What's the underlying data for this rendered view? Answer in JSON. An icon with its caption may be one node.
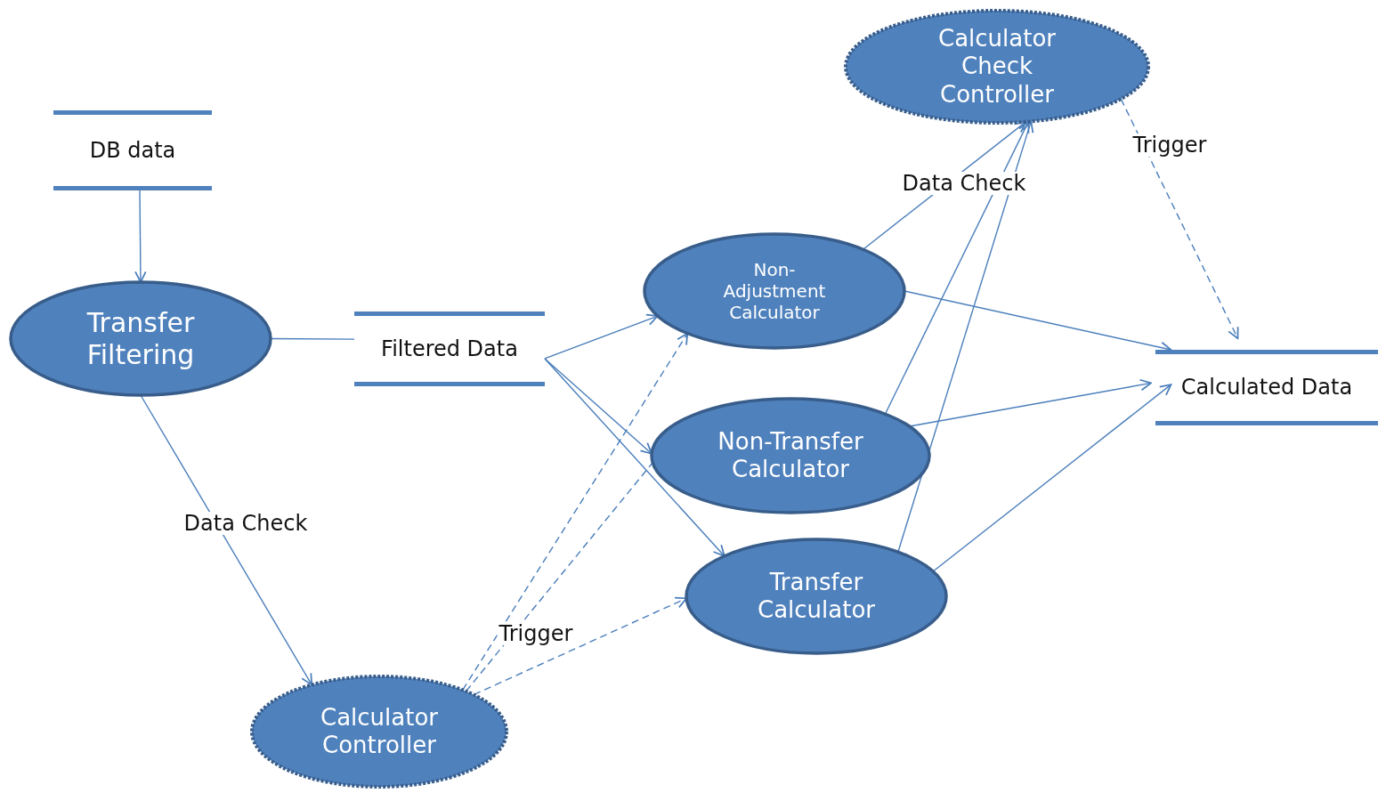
{
  "diagram": {
    "nodes": [
      {
        "text": [
          "DB data"
        ]
      },
      {
        "text": [
          "Transfer Filtering"
        ]
      },
      {
        "text": [
          "Filtered Data"
        ]
      },
      {
        "text": [
          "Calculator Check Controller"
        ]
      },
      {
        "text": [
          "Non-Adjustment Calculator"
        ]
      },
      {
        "text": [
          "Non-Transfer Calculator"
        ]
      },
      {
        "text": [
          "Transfer Calculator"
        ]
      },
      {
        "text": [
          "Calculated Data"
        ]
      },
      {
        "text": [
          "Calculator Controller"
        ]
      }
    ],
    "edges": [
      {
        "from": 0,
        "to": 1,
        "arrow": "to"
      },
      {
        "from": 1,
        "to": 2,
        "arrow": "none"
      },
      {
        "from": 2,
        "to": 4,
        "arrow": "to"
      },
      {
        "from": 2,
        "to": 5,
        "arrow": "to"
      },
      {
        "from": 2,
        "to": 6,
        "arrow": "to"
      },
      {
        "from": 1,
        "to": 8,
        "arrow": "to",
        "label": "Data Check"
      },
      {
        "from": 8,
        "to": 4,
        "arrow": "to",
        "style": "dashed"
      },
      {
        "from": 8,
        "to": 5,
        "arrow": "none",
        "style": "dashed"
      },
      {
        "from": 8,
        "to": 6,
        "arrow": "to",
        "style": "dashed",
        "label": "Trigger"
      },
      {
        "from": 4,
        "to": 3,
        "arrow": "to",
        "label": "Data Check"
      },
      {
        "from": 5,
        "to": 3,
        "arrow": "to"
      },
      {
        "from": 6,
        "to": 3,
        "arrow": "to"
      },
      {
        "from": 3,
        "to": 7,
        "arrow": "to",
        "style": "dashed",
        "label": "Trigger"
      },
      {
        "from": 4,
        "to": 7,
        "arrow": "to"
      },
      {
        "from": 5,
        "to": 7,
        "arrow": "to"
      },
      {
        "from": 6,
        "to": 7,
        "arrow": "to"
      }
    ]
  }
}
